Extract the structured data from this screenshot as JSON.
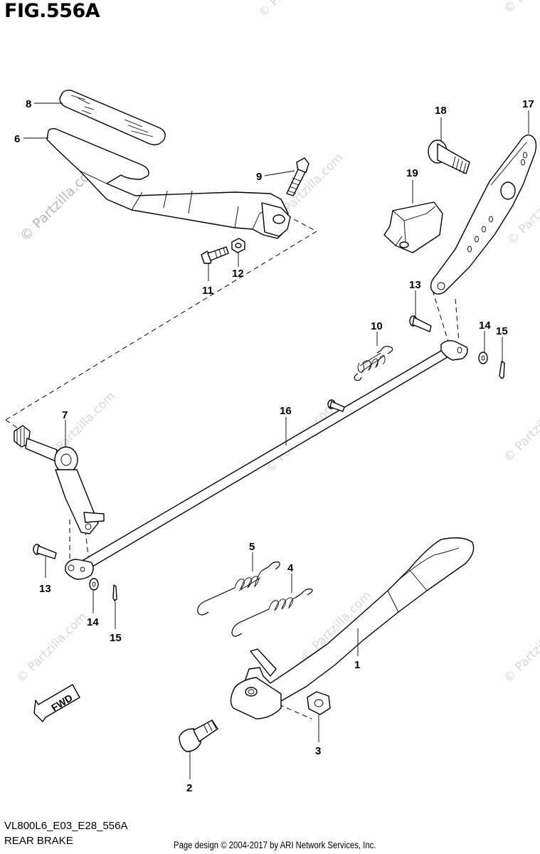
{
  "figure": {
    "title": "FIG.556A",
    "model_code": "VL800L6_E03_E28_556A",
    "section_name": "REAR BRAKE",
    "credit": "Page design © 2004-2017 by ARI Network Services, Inc."
  },
  "watermark": "© Partzilla.com",
  "fwd_label": "FWD",
  "callouts": [
    "8",
    "6",
    "9",
    "11",
    "12",
    "18",
    "17",
    "19",
    "13",
    "10",
    "14",
    "15",
    "7",
    "16",
    "5",
    "4",
    "13",
    "14",
    "15",
    "1",
    "3",
    "2"
  ]
}
